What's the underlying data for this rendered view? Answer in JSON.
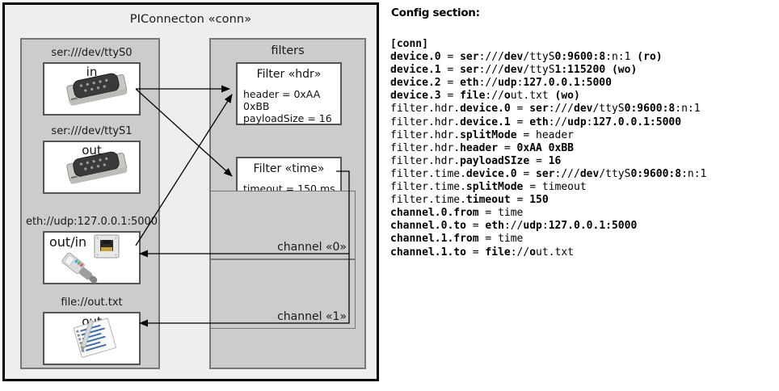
{
  "diagram": {
    "title": "PIConnecton «conn»",
    "devices_panel": {
      "items": [
        {
          "label": "ser:///dev/ttyS0",
          "direction": "in",
          "icon": "serial-port-icon"
        },
        {
          "label": "ser:///dev/ttyS1",
          "direction": "out",
          "icon": "serial-port-icon"
        },
        {
          "label": "eth://udp:127.0.0.1:5000",
          "direction": "out/in",
          "icon": "ethernet-jack-icon"
        },
        {
          "label": "file://out.txt",
          "direction": "out",
          "icon": "text-file-icon"
        }
      ]
    },
    "filters_panel": {
      "title": "filters",
      "filters": [
        {
          "title": "Filter «hdr»",
          "props": [
            "header = 0xAA 0xBB",
            "payloadSize = 16"
          ]
        },
        {
          "title": "Filter «time»",
          "props": [
            "timeout = 150 ms"
          ]
        }
      ],
      "channels": [
        {
          "label": "channel «0»"
        },
        {
          "label": "channel «1»"
        }
      ]
    }
  },
  "config": {
    "heading": "Config section:",
    "lines": [
      [
        {
          "t": "[conn]",
          "b": true
        }
      ],
      [
        {
          "t": "device.0",
          "b": true
        },
        {
          "t": " = "
        },
        {
          "t": "ser",
          "b": true
        },
        {
          "t": ":///"
        },
        {
          "t": "dev",
          "b": true
        },
        {
          "t": "/ttyS"
        },
        {
          "t": "0:9600:8",
          "b": true
        },
        {
          "t": ":n:1 "
        },
        {
          "t": "(ro)",
          "b": true
        }
      ],
      [
        {
          "t": "device.1",
          "b": true
        },
        {
          "t": " = "
        },
        {
          "t": "ser",
          "b": true
        },
        {
          "t": ":///"
        },
        {
          "t": "dev",
          "b": true
        },
        {
          "t": "/ttyS"
        },
        {
          "t": "1:115200",
          "b": true
        },
        {
          "t": " "
        },
        {
          "t": "(wo)",
          "b": true
        }
      ],
      [
        {
          "t": "device.2",
          "b": true
        },
        {
          "t": " = "
        },
        {
          "t": "eth",
          "b": true
        },
        {
          "t": "://"
        },
        {
          "t": "udp",
          "b": true
        },
        {
          "t": ":"
        },
        {
          "t": "127.0.0.1:5000",
          "b": true
        }
      ],
      [
        {
          "t": "device.3",
          "b": true
        },
        {
          "t": " = "
        },
        {
          "t": "file",
          "b": true
        },
        {
          "t": "://"
        },
        {
          "t": "o",
          "b": true
        },
        {
          "t": "ut.txt "
        },
        {
          "t": "(wo)",
          "b": true
        }
      ],
      [
        {
          "t": "filter.hdr."
        },
        {
          "t": "device.0",
          "b": true
        },
        {
          "t": " = "
        },
        {
          "t": "ser",
          "b": true
        },
        {
          "t": ":///"
        },
        {
          "t": "dev",
          "b": true
        },
        {
          "t": "/ttyS"
        },
        {
          "t": "0:9600:8",
          "b": true
        },
        {
          "t": ":n:1"
        }
      ],
      [
        {
          "t": "filter.hdr."
        },
        {
          "t": "device.1",
          "b": true
        },
        {
          "t": " = "
        },
        {
          "t": "eth",
          "b": true
        },
        {
          "t": "://"
        },
        {
          "t": "udp",
          "b": true
        },
        {
          "t": ":"
        },
        {
          "t": "127.0.0.1:5000",
          "b": true
        }
      ],
      [
        {
          "t": "filter.hdr."
        },
        {
          "t": "splitMode",
          "b": true
        },
        {
          "t": " = header"
        }
      ],
      [
        {
          "t": "filter.hdr."
        },
        {
          "t": "header",
          "b": true
        },
        {
          "t": " = "
        },
        {
          "t": "0xAA 0xBB",
          "b": true
        }
      ],
      [
        {
          "t": "filter.hdr."
        },
        {
          "t": "payloadSIze",
          "b": true
        },
        {
          "t": " = "
        },
        {
          "t": "16",
          "b": true
        }
      ],
      [
        {
          "t": "filter.time."
        },
        {
          "t": "device.0",
          "b": true
        },
        {
          "t": " = "
        },
        {
          "t": "ser",
          "b": true
        },
        {
          "t": ":///"
        },
        {
          "t": "dev",
          "b": true
        },
        {
          "t": "/ttyS"
        },
        {
          "t": "0:9600:8",
          "b": true
        },
        {
          "t": ":n:1"
        }
      ],
      [
        {
          "t": "filter.time."
        },
        {
          "t": "splitMode",
          "b": true
        },
        {
          "t": " = timeout"
        }
      ],
      [
        {
          "t": "filter.time."
        },
        {
          "t": "timeout",
          "b": true
        },
        {
          "t": " = "
        },
        {
          "t": "150",
          "b": true
        }
      ],
      [
        {
          "t": "channel.0.",
          "b": true
        },
        {
          "t": "from",
          "b": true
        },
        {
          "t": " = time"
        }
      ],
      [
        {
          "t": "channel.0.",
          "b": true
        },
        {
          "t": "to",
          "b": true
        },
        {
          "t": " = "
        },
        {
          "t": "eth",
          "b": true
        },
        {
          "t": "://"
        },
        {
          "t": "udp",
          "b": true
        },
        {
          "t": ":"
        },
        {
          "t": "127.0.0.1:5000",
          "b": true
        }
      ],
      [
        {
          "t": "channel.1.",
          "b": true
        },
        {
          "t": "from",
          "b": true
        },
        {
          "t": " = time"
        }
      ],
      [
        {
          "t": "channel.1.",
          "b": true
        },
        {
          "t": "to",
          "b": true
        },
        {
          "t": " = "
        },
        {
          "t": "file",
          "b": true
        },
        {
          "t": "://"
        },
        {
          "t": "o",
          "b": true
        },
        {
          "t": "ut.txt"
        }
      ]
    ]
  },
  "colors": {
    "frame_border": "#000000",
    "canvas": "#eeeeee",
    "panel_fill": "#cccccc",
    "panel_border": "#777777",
    "box_fill": "#ffffff",
    "box_border": "#555555",
    "arrow": "#000000"
  }
}
